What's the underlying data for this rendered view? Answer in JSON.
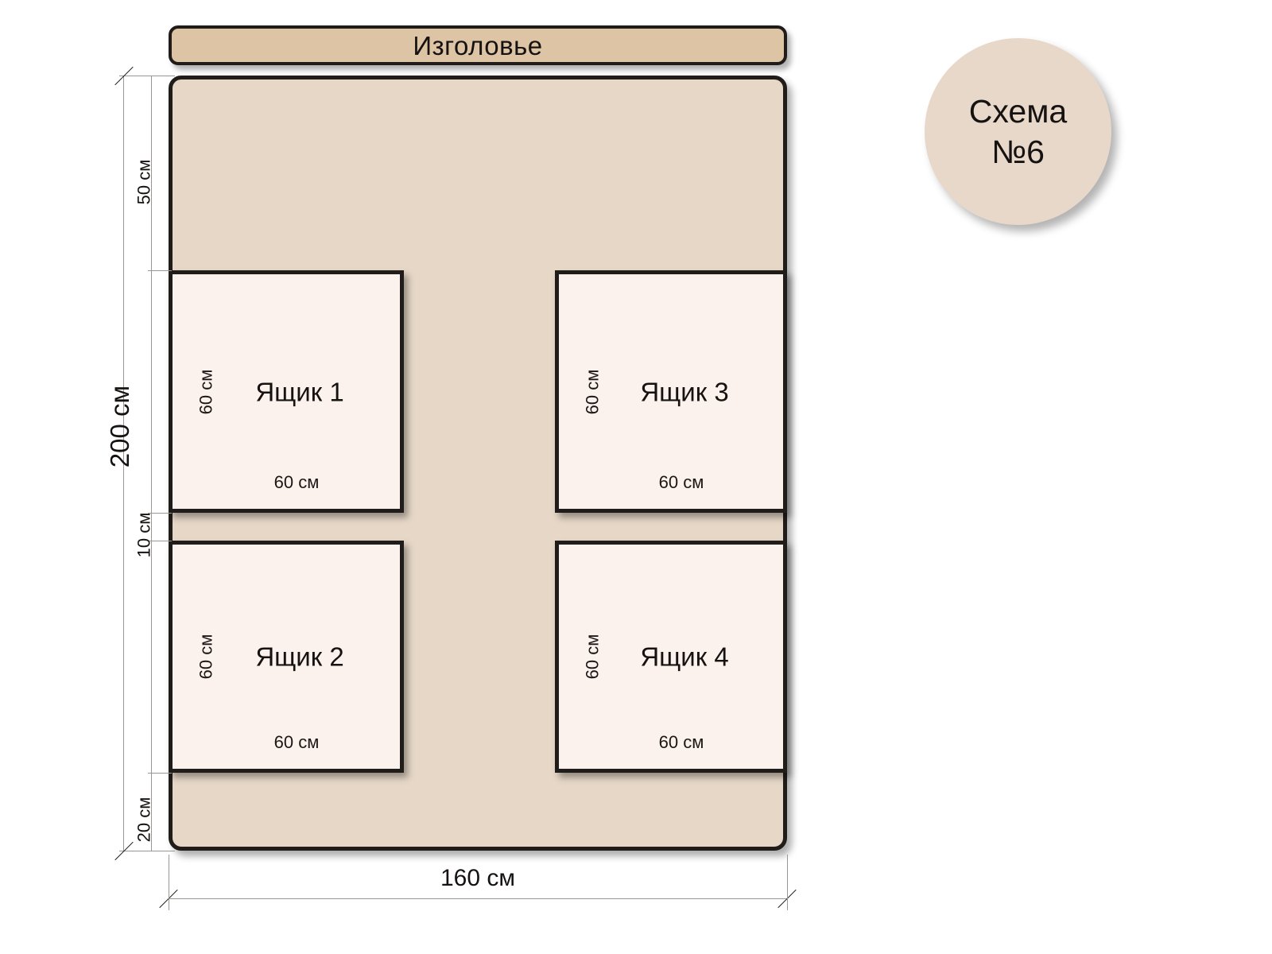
{
  "diagram": {
    "headboard": {
      "label": "Изголовье"
    },
    "badge": {
      "line1": "Схема",
      "line2": "№6"
    },
    "overall": {
      "height_label": "200 см",
      "width_label": "160 см"
    },
    "segments": {
      "top_gap": "50 см",
      "middle_gap": "10 см",
      "bottom_gap": "20 см"
    },
    "drawers": [
      {
        "name": "Ящик 1",
        "width": "60 см",
        "height": "60 см"
      },
      {
        "name": "Ящик 2",
        "width": "60 см",
        "height": "60 см"
      },
      {
        "name": "Ящик 3",
        "width": "60 см",
        "height": "60 см"
      },
      {
        "name": "Ящик 4",
        "width": "60 см",
        "height": "60 см"
      }
    ],
    "colors": {
      "headboard": "#ddc4a5",
      "bed_frame": "#e6d7c7",
      "drawer": "#fcf2ed",
      "badge": "#e8d8c9",
      "outline": "#201c1a"
    }
  }
}
